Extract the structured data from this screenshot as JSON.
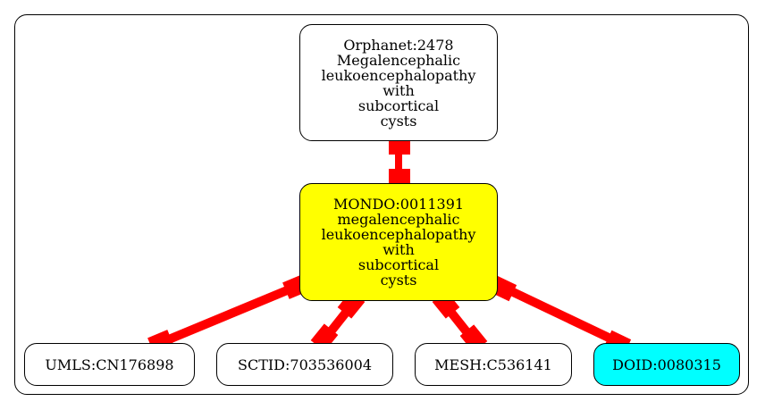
{
  "root": {
    "lines": [
      "Orphanet:2478",
      "Megalencephalic",
      "leukoencephalopathy",
      "with",
      "subcortical",
      "cysts"
    ]
  },
  "center": {
    "lines": [
      "MONDO:0011391",
      "megalencephalic",
      "leukoencephalopathy",
      "with",
      "subcortical",
      "cysts"
    ],
    "fill": "#ffff00"
  },
  "leaves": [
    {
      "label": "UMLS:CN176898"
    },
    {
      "label": "SCTID:703536004"
    },
    {
      "label": "MESH:C536141"
    },
    {
      "label": "DOID:0080315",
      "fill": "#00ffff"
    }
  ],
  "edge_color": "#ff0000"
}
